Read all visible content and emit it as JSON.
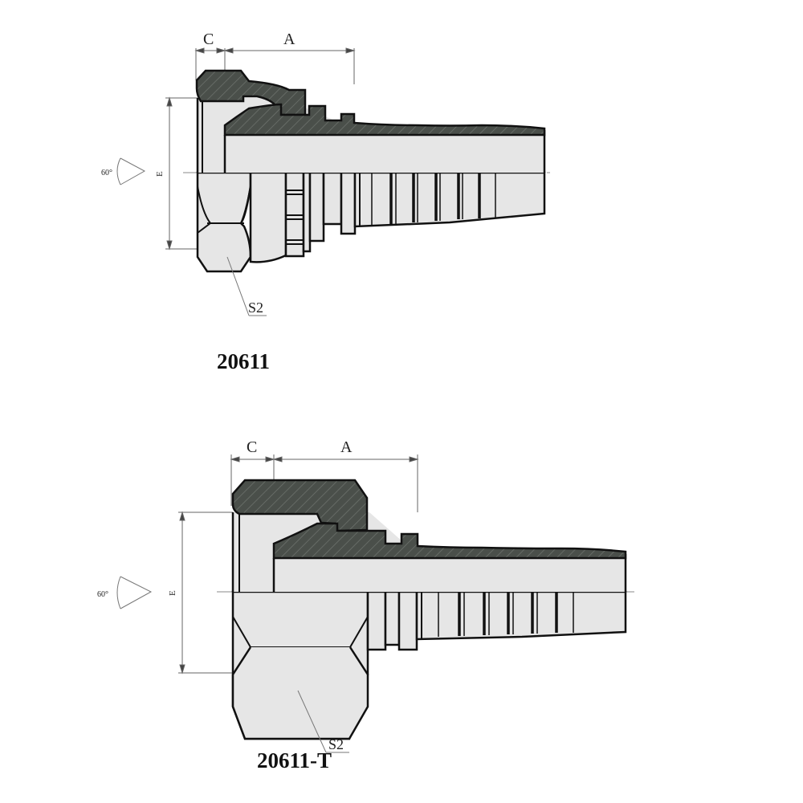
{
  "diagram": {
    "type": "engineering-drawing",
    "subject": "Hydraulic hose fitting — female swivel (half section view)",
    "colors": {
      "section_fill": "#4a4f4a",
      "body_fill": "#e6e6e6",
      "outline": "#111111",
      "dim_line": "#666666",
      "background": "#ffffff"
    },
    "drawings": [
      {
        "id": "top",
        "part_number": "20611",
        "dimensions": {
          "c_label": "C",
          "a_label": "A",
          "e_label": "E",
          "angle_label": "60°",
          "hex_label": "S2"
        }
      },
      {
        "id": "bottom",
        "part_number": "20611-T",
        "dimensions": {
          "c_label": "C",
          "a_label": "A",
          "e_label": "E",
          "angle_label": "60°",
          "hex_label": "S2"
        }
      }
    ]
  }
}
